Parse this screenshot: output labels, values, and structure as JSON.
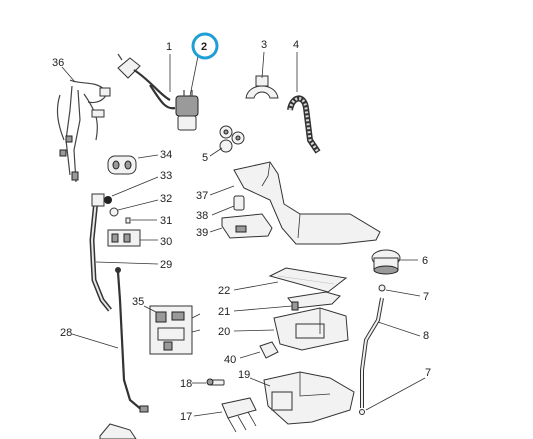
{
  "labels": {
    "l1": "1",
    "l2": "2",
    "l3": "3",
    "l4": "4",
    "l5": "5",
    "l6": "6",
    "l7a": "7",
    "l7b": "7",
    "l8": "8",
    "l17": "17",
    "l18": "18",
    "l19": "19",
    "l20": "20",
    "l21": "21",
    "l22": "22",
    "l28": "28",
    "l29": "29",
    "l30": "30",
    "l31": "31",
    "l32": "32",
    "l33": "33",
    "l34": "34",
    "l35": "35",
    "l36": "36",
    "l37": "37",
    "l38": "38",
    "l39": "39",
    "l40": "40"
  },
  "highlight": {
    "part": "2",
    "color": "#1e9fd6"
  }
}
